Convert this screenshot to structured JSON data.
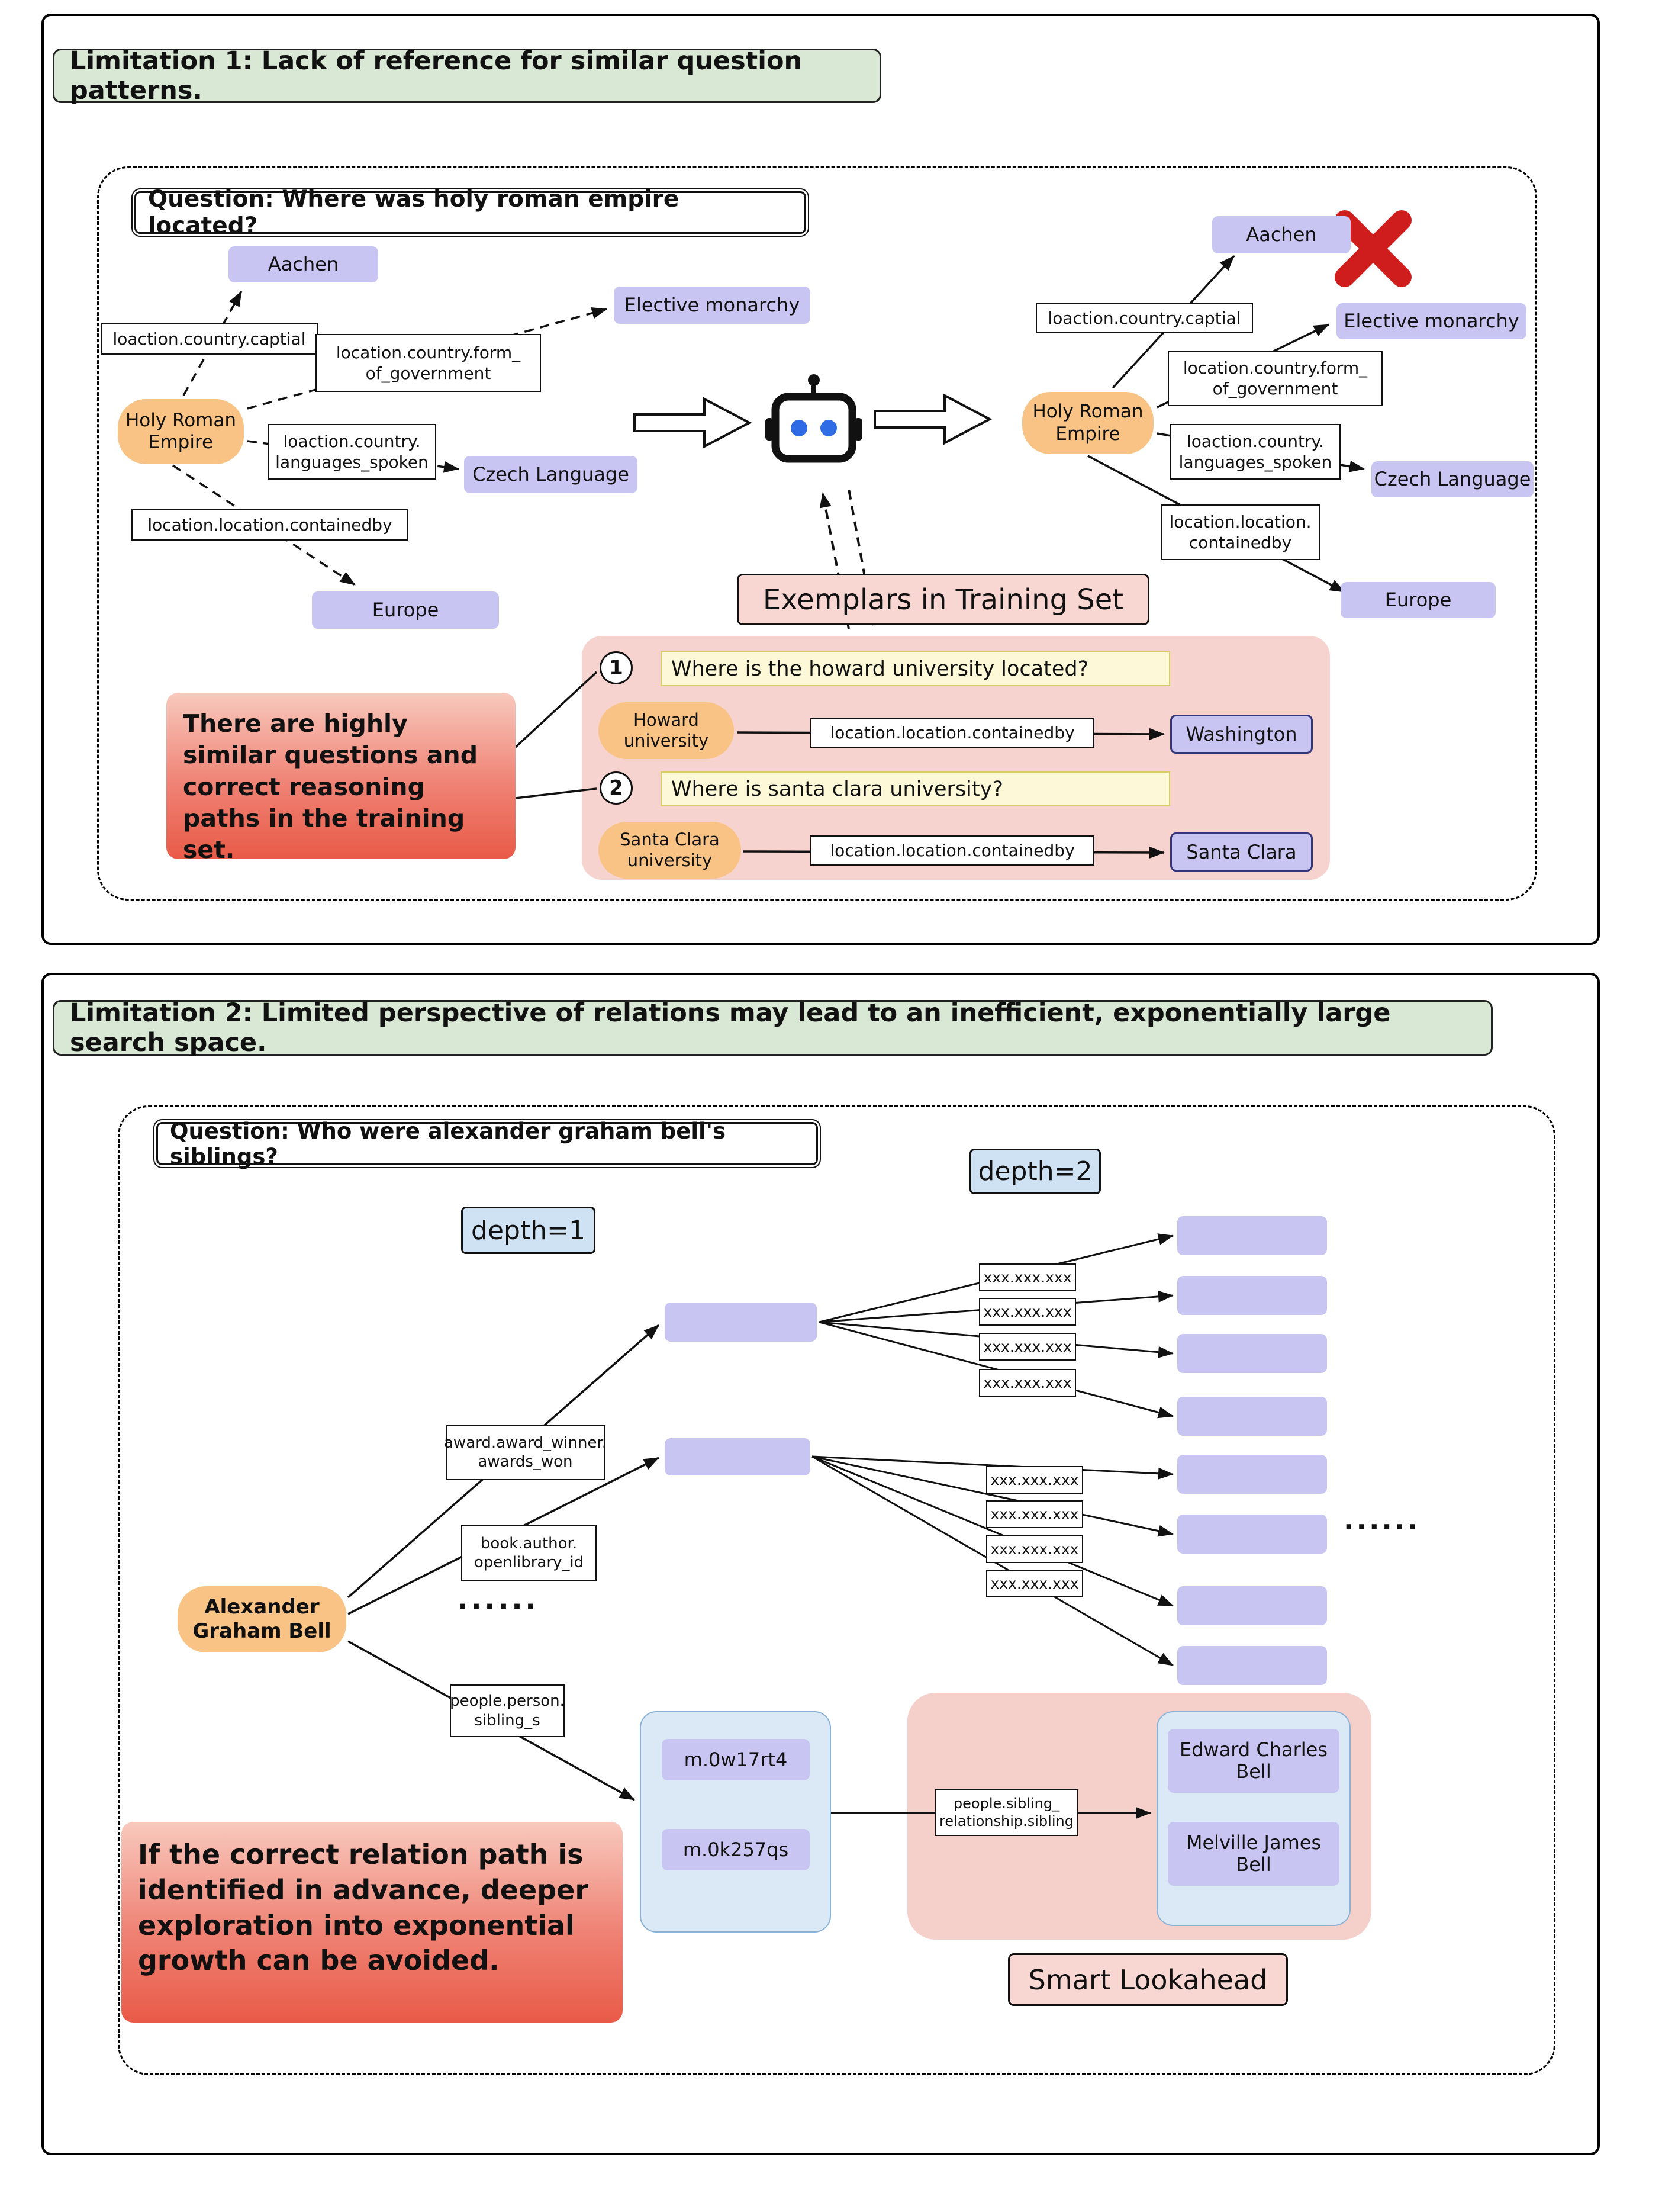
{
  "panel1": {
    "title": "Limitation 1: Lack of reference for similar question patterns.",
    "question": "Question: Where was holy roman empire located?",
    "graph_left": {
      "root": "Holy Roman\nEmpire",
      "edge_capital": "loaction.country.captial",
      "edge_government": "location.country.form_\nof_government",
      "edge_languages": "loaction.country.\nlanguages_spoken",
      "edge_containedby": "location.location.containedby",
      "node_capital": "Aachen",
      "node_government": "Elective monarchy",
      "node_languages": "Czech Language",
      "node_containedby": "Europe"
    },
    "graph_right": {
      "root": "Holy Roman\nEmpire",
      "edge_capital": "loaction.country.captial",
      "edge_government": "location.country.form_\nof_government",
      "edge_languages": "loaction.country.\nlanguages_spoken",
      "edge_containedby": "location.location.\ncontainedby",
      "node_capital": "Aachen",
      "node_government": "Elective monarchy",
      "node_languages": "Czech Language",
      "node_containedby": "Europe"
    },
    "exemplars_label": "Exemplars in Training Set",
    "exemplars": [
      {
        "num": "1",
        "question": "Where is the howard university located?",
        "entity": "Howard\nuniversity",
        "relation": "location.location.containedby",
        "answer": "Washington"
      },
      {
        "num": "2",
        "question": "Where is santa clara university?",
        "entity": "Santa Clara\nuniversity",
        "relation": "location.location.containedby",
        "answer": "Santa Clara"
      }
    ],
    "note": "There are highly similar questions and correct reasoning paths in the training set."
  },
  "panel2": {
    "title": "Limitation 2: Limited perspective of relations may lead to an inefficient, exponentially large search space.",
    "question": "Question: Who were alexander graham bell's siblings?",
    "depth1_label": "depth=1",
    "depth2_label": "depth=2",
    "root": "Alexander\nGraham Bell",
    "edge_awards": "award.award_winner.\nawards_won",
    "edge_openlibrary": "book.author.\nopenlibrary_id",
    "edge_sibling": "people.person.\nsibling_s",
    "edge_xxx": "xxx.xxx.xxx",
    "edge_sibling_rel": "people.sibling_\nrelationship.sibling",
    "ellipsis": "......",
    "mid1": "m.0w17rt4",
    "mid2": "m.0k257qs",
    "sibling1": "Edward Charles\nBell",
    "sibling2": "Melville James\nBell",
    "lookahead_label": "Smart Lookahead",
    "note": "If the correct relation path is identified in advance, deeper exploration into exponential growth can be avoided."
  }
}
